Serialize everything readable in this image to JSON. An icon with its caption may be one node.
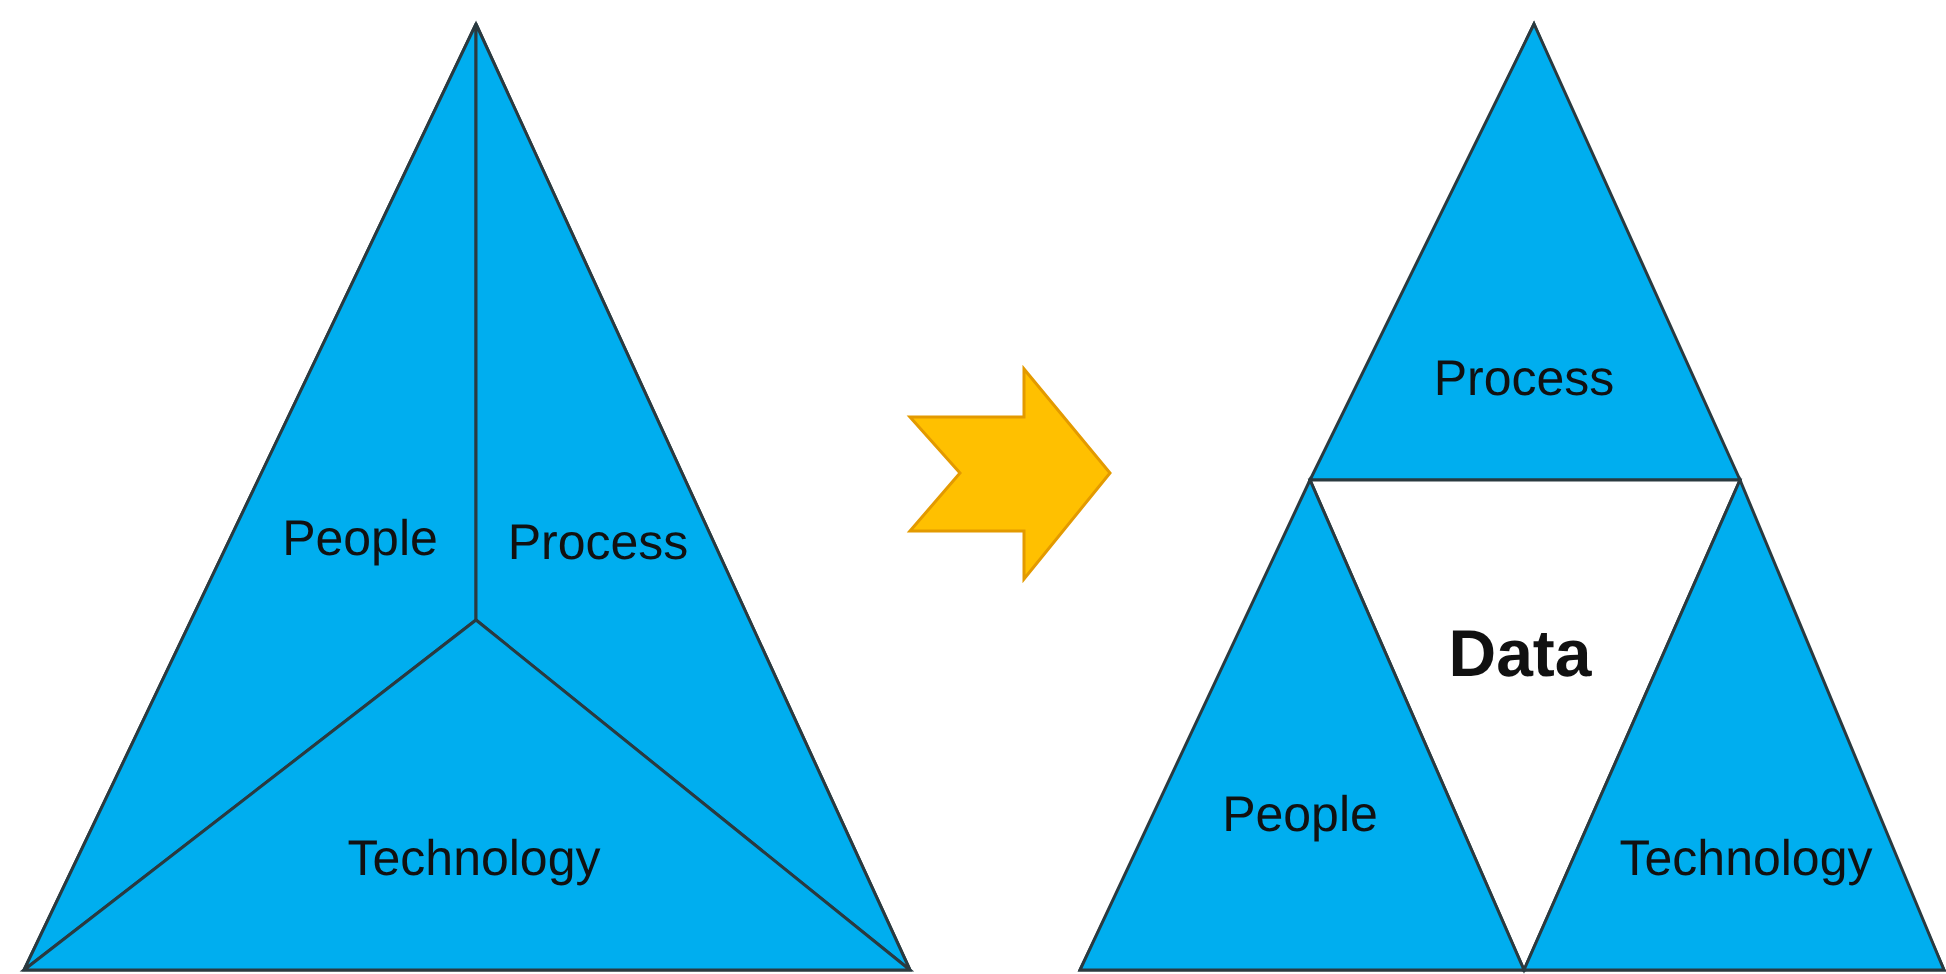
{
  "diagram": {
    "nodes": [
      {
        "text": [],
        "shape": "triangle"
      },
      {
        "text": [
          "People"
        ],
        "in": 0
      },
      {
        "text": [
          "Process"
        ],
        "in": 0
      },
      {
        "text": [
          "Technology"
        ],
        "in": 0
      },
      {
        "text": [],
        "shape": "triangle"
      },
      {
        "text": [
          "Process"
        ],
        "in": 4
      },
      {
        "text": [
          "Data"
        ],
        "in": 4
      },
      {
        "text": [
          "People"
        ],
        "in": 4
      },
      {
        "text": [
          "Technology"
        ],
        "in": 4
      }
    ],
    "edges": [
      {
        "from": 0,
        "to": 4,
        "arrow": "to"
      }
    ]
  }
}
